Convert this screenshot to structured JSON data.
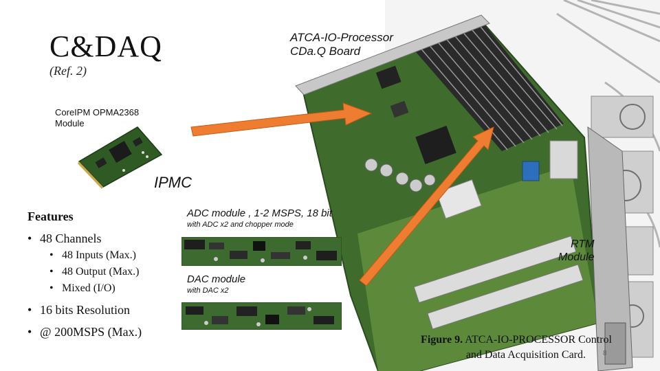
{
  "title": "C&DAQ",
  "reference": "(Ref. 2)",
  "board_caption": {
    "line1": "ATCA-IO-Processor",
    "line2": "CDa.Q Board"
  },
  "ipm_module": {
    "line1": "CoreIPM OPMA2368",
    "line2": "Module"
  },
  "ipmc_label": "IPMC",
  "features": {
    "heading": "Features",
    "items": [
      {
        "text": "48 Channels",
        "sub": [
          "48 Inputs (Max.)",
          "48 Output (Max.)",
          "Mixed (I/O)"
        ]
      },
      {
        "text": "16 bits Resolution"
      },
      {
        "text": "@ 200MSPS (Max.)"
      }
    ]
  },
  "adc": {
    "title": "ADC module , 1-2 MSPS, 18 bit",
    "sub": "with ADC x2 and chopper mode"
  },
  "dac": {
    "title": "DAC module",
    "sub": "with DAC x2"
  },
  "rtm": {
    "line1": "RTM",
    "line2": "Module"
  },
  "figure_caption": {
    "label": "Figure 9.",
    "line1_rest": " ATCA-IO-PROCESSOR Control",
    "line2": "and Data Acquisition Card."
  },
  "page_number": "8",
  "colors": {
    "arrow": "#ee7d31",
    "pcb": "#3f6b2d",
    "pcb_light": "#5c8a3a",
    "panel": "#b9b9b9"
  }
}
